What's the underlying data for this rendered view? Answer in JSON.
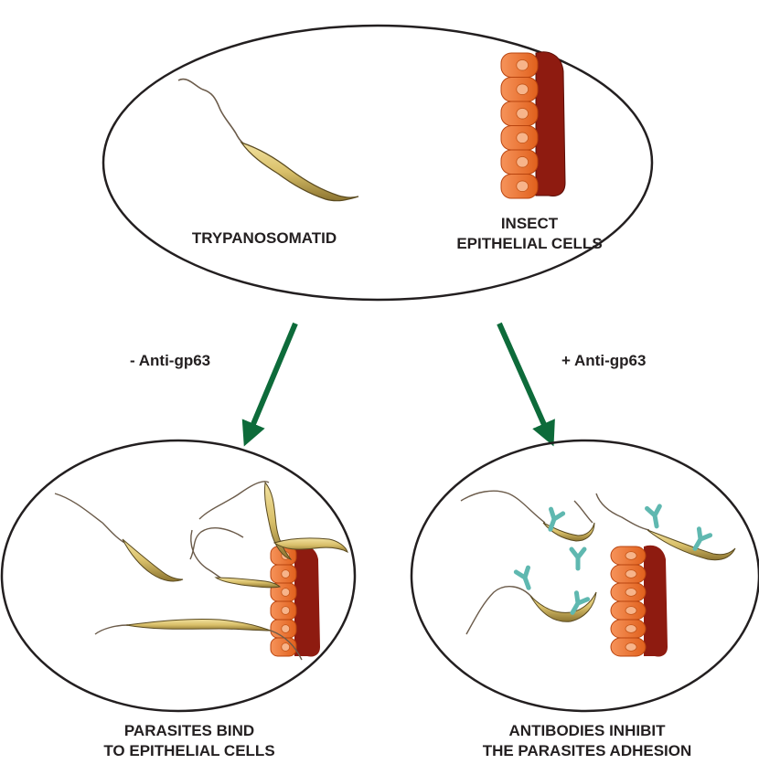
{
  "top": {
    "parasite_label": "TRYPANOSOMATID",
    "cells_label_line1": "INSECT",
    "cells_label_line2": "EPITHELIAL CELLS"
  },
  "conditions": {
    "left": "- Anti-gp63",
    "right": "+ Anti-gp63"
  },
  "bottom_left": {
    "caption_line1": "PARASITES BIND",
    "caption_line2": "TO EPITHELIAL CELLS"
  },
  "bottom_right": {
    "caption_line1": "ANTIBODIES INHIBIT",
    "caption_line2": "THE PARASITES ADHESION"
  },
  "colors": {
    "arrow": "#0d6b3a",
    "cell_fill": "#f0712a",
    "cell_tissue": "#8e1b10",
    "parasite_body": "#d9c06a",
    "antibody": "#5fb8b0",
    "outline": "#231f20"
  }
}
